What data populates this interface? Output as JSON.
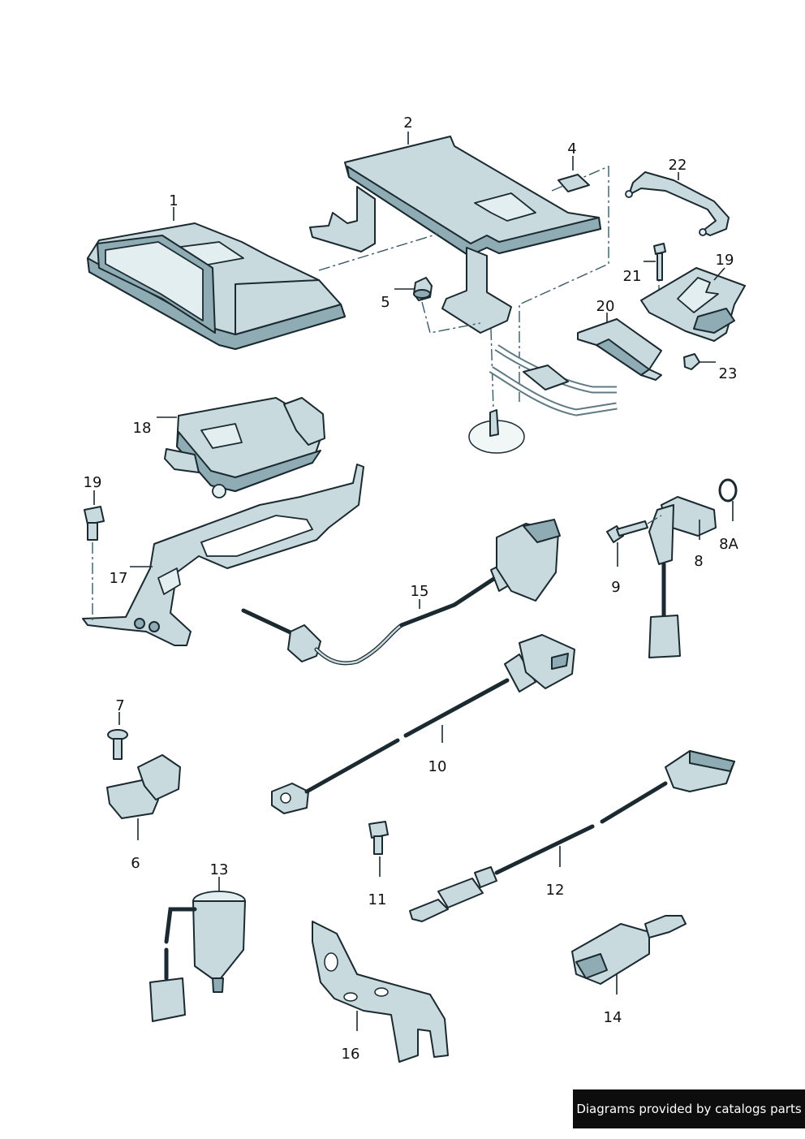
{
  "labels": {
    "l1": "1",
    "l2": "2",
    "l4": "4",
    "l5": "5",
    "l6": "6",
    "l7": "7",
    "l8": "8",
    "l8a": "8A",
    "l9": "9",
    "l10": "10",
    "l11": "11",
    "l12": "12",
    "l13": "13",
    "l14": "14",
    "l15": "15",
    "l16": "16",
    "l17": "17",
    "l18": "18",
    "l19a": "19",
    "l19b": "19",
    "l20": "20",
    "l21": "21",
    "l22": "22",
    "l23": "23"
  },
  "footer": {
    "text": "Diagrams provided by catalogs parts"
  },
  "colors": {
    "part_fill": "#c8dadd",
    "outline": "#1a2a30",
    "footer_bg": "#0d0d0d"
  }
}
